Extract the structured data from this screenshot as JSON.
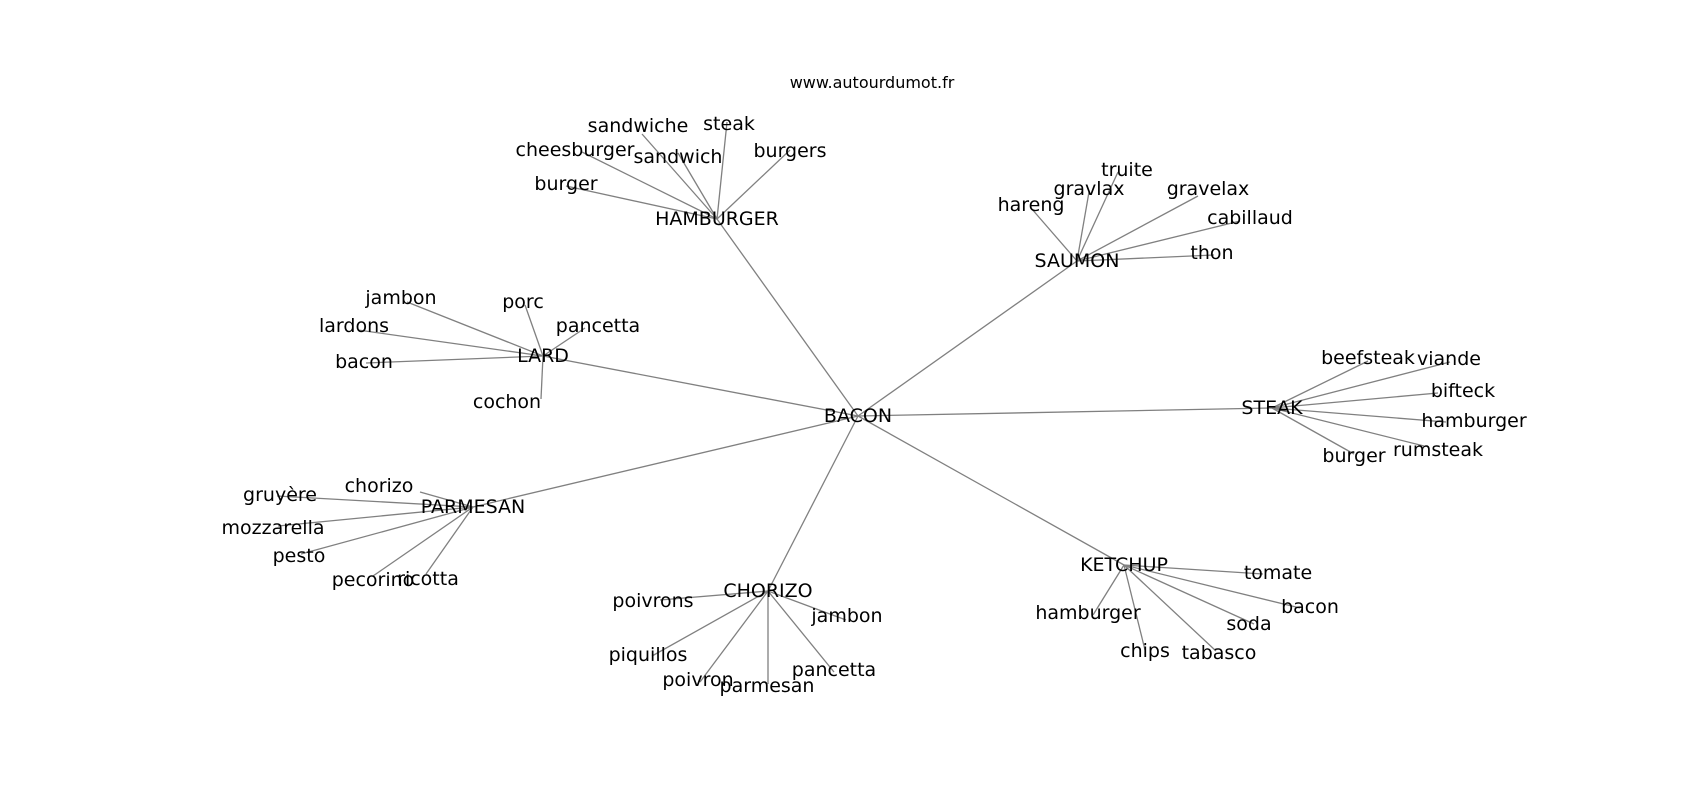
{
  "watermark": "www.autourdumot.fr",
  "graph": {
    "center": "BACON",
    "clusters": [
      {
        "hub": "HAMBURGER",
        "leaves": [
          "sandwiche",
          "steak",
          "cheesburger",
          "sandwich",
          "burgers",
          "burger"
        ]
      },
      {
        "hub": "SAUMON",
        "leaves": [
          "truite",
          "gravlax",
          "gravelax",
          "hareng",
          "cabillaud",
          "thon"
        ]
      },
      {
        "hub": "LARD",
        "leaves": [
          "jambon",
          "porc",
          "lardons",
          "pancetta",
          "bacon",
          "cochon"
        ]
      },
      {
        "hub": "STEAK",
        "leaves": [
          "beefsteak",
          "viande",
          "bifteck",
          "hamburger",
          "burger",
          "rumsteak"
        ]
      },
      {
        "hub": "PARMESAN",
        "leaves": [
          "chorizo",
          "gruyère",
          "mozzarella",
          "pesto",
          "pecorino",
          "ricotta"
        ]
      },
      {
        "hub": "KETCHUP",
        "leaves": [
          "tomate",
          "bacon",
          "hamburger",
          "soda",
          "chips",
          "tabasco"
        ]
      },
      {
        "hub": "CHORIZO",
        "leaves": [
          "poivrons",
          "jambon",
          "piquillos",
          "pancetta",
          "poivron",
          "parmesan"
        ]
      }
    ]
  }
}
